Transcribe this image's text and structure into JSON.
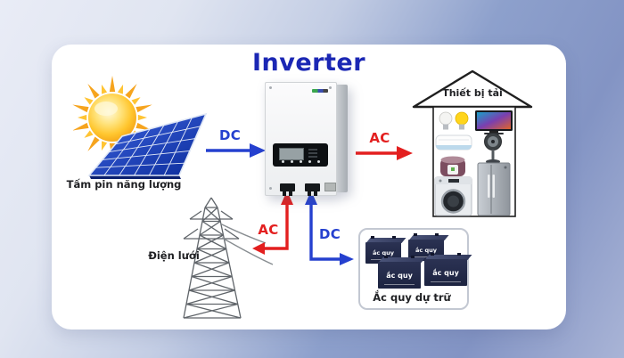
{
  "title": "Inverter",
  "labels": {
    "solar_panel": "Tấm pin năng lượng",
    "power_grid": "Điện lưới",
    "load_devices": "Thiết bị tải",
    "battery_storage": "Ắc quy dự trữ",
    "battery_unit": "ắc quy"
  },
  "arrows": {
    "solar_to_inverter": "DC",
    "inverter_to_load": "AC",
    "inverter_to_grid": "AC",
    "inverter_to_battery": "DC"
  },
  "colors": {
    "dc_blue": "#2540cf",
    "ac_red": "#e31f1f",
    "title_blue": "#1b27b4",
    "panel_blue": "#1d3fb5",
    "sun_orange": "#f29c12"
  }
}
